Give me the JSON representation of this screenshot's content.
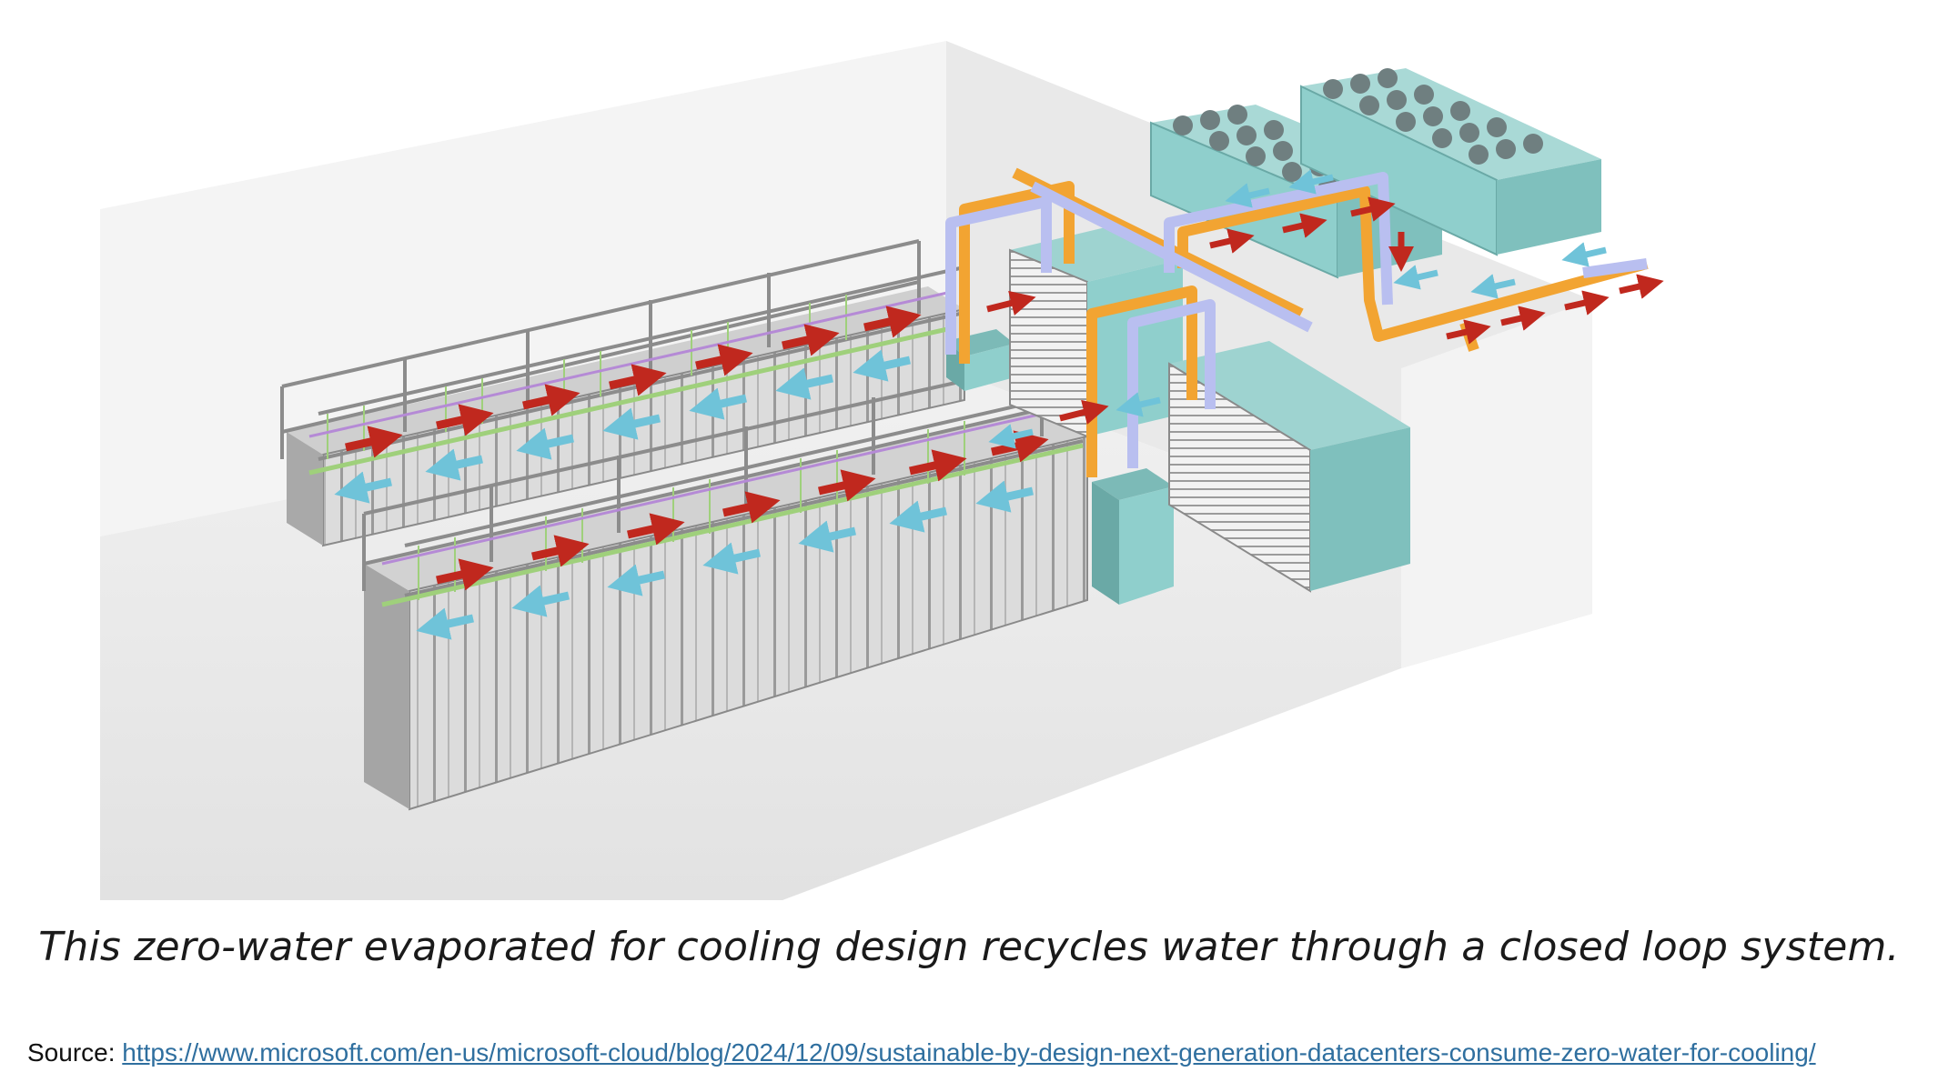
{
  "caption": "This zero-water evaporated for cooling design recycles water through a closed loop system.",
  "source": {
    "label": "Source:",
    "url": "https://www.microsoft.com/en-us/microsoft-cloud/blog/2024/12/09/sustainable-by-design-next-generation-datacenters-consume-zero-water-for-cooling/"
  },
  "colors": {
    "hot_flow": "#c0281e",
    "cold_flow": "#6fc3d9",
    "hot_pipe": "#f2a432",
    "cold_pipe": "#b9bff0",
    "cooling_equipment": "#8fcfcc",
    "server_rack": "#d9d9d9",
    "room_floor": "#ececec"
  },
  "components": [
    "server-rack-row",
    "rack-frame",
    "coolant-distribution-unit",
    "air-handler",
    "dry-cooler",
    "supply-pipe",
    "return-pipe",
    "flow-arrow"
  ]
}
